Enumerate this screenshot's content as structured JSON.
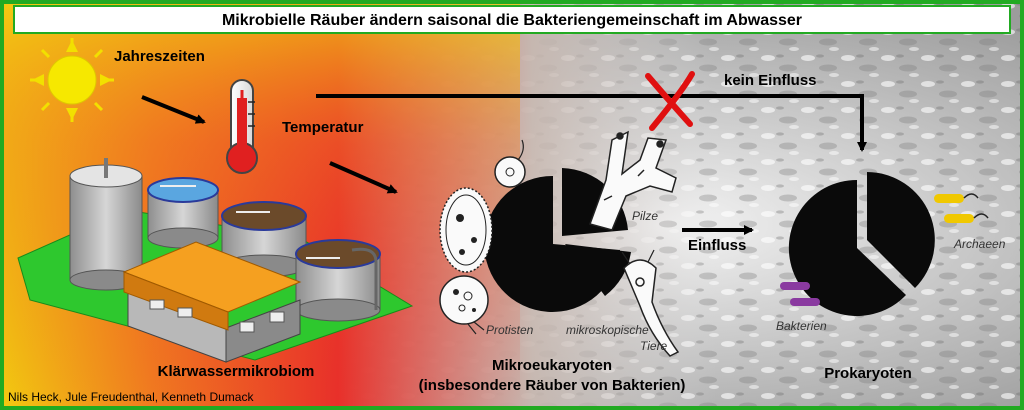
{
  "title": "Mikrobielle Räuber ändern saisonal die Bakteriengemeinschaft im Abwasser",
  "labels": {
    "seasons": "Jahreszeiten",
    "temperature": "Temperatur",
    "no_influence": "kein Einfluss",
    "influence": "Einfluss",
    "fungi": "Pilze",
    "protists": "Protisten",
    "micro_animals_line1": "mikroskopische",
    "micro_animals_line2": "Tiere",
    "archaea": "Archaeen",
    "bacteria": "Bakterien",
    "plant_label": "Klärwassermikrobiom",
    "eukaryotes_line1": "Mikroeukaryoten",
    "eukaryotes_line2": "(insbesondere Räuber von Bakterien)",
    "prokaryotes": "Prokaryoten",
    "credits": "Nils Heck, Jule Freudenthal, Kenneth Dumack"
  },
  "colors": {
    "border_green": "#22aa22",
    "gradient_red": "#e8302a",
    "gradient_orange": "#f07a20",
    "gradient_yellow": "#f2cc10",
    "no_influence_x": "#e01010",
    "bacteria_purple": "#8a3aa0",
    "archaea_yellow": "#f0c800",
    "roof_orange": "#f5a020",
    "tank_water_blue": "#5aa6e0",
    "sludge_brown": "#6b4a2a",
    "grass_green": "#2ec82e"
  },
  "icons": [
    "sun-icon",
    "thermometer-icon",
    "cross-x-icon"
  ]
}
